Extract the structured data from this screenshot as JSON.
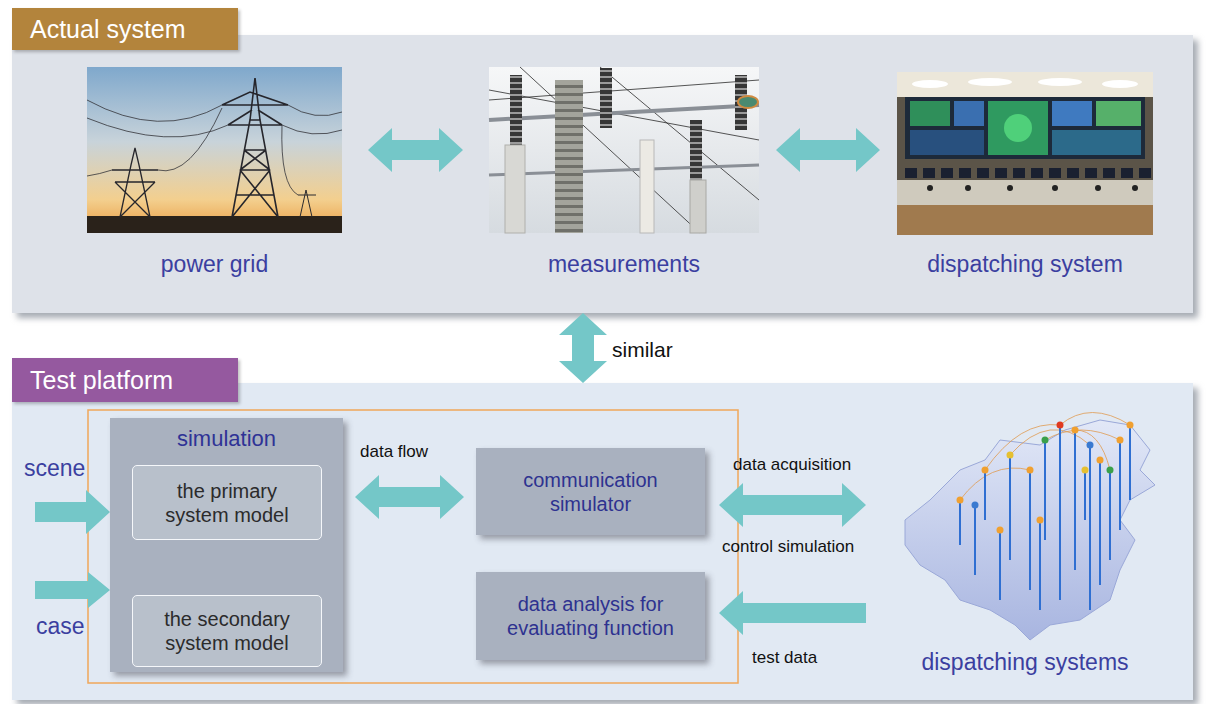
{
  "diagram": {
    "nodes": [
      {
        "text": [
          "Actual system"
        ]
      },
      {
        "text": [
          "power grid"
        ],
        "in": 0
      },
      {
        "text": [
          "measurements"
        ],
        "in": 0
      },
      {
        "text": [
          "dispatching system"
        ],
        "in": 0
      },
      {
        "text": [
          "Test platform"
        ]
      },
      {
        "text": [
          "simulation"
        ],
        "in": 4
      },
      {
        "text": [
          "the primary system model"
        ],
        "in": 5
      },
      {
        "text": [
          "the secondary system model"
        ],
        "in": 5
      },
      {
        "text": [
          "communication simulator"
        ],
        "in": 4
      },
      {
        "text": [
          "data analysis for evaluating function"
        ],
        "in": 4
      },
      {
        "text": [
          "dispatching systems"
        ],
        "in": 4
      }
    ],
    "edges": [
      {
        "from": 1,
        "to": 2,
        "arrow": "both"
      },
      {
        "from": 2,
        "to": 3,
        "arrow": "both"
      },
      {
        "from": 0,
        "to": 4,
        "arrow": "both",
        "label": "similar"
      },
      {
        "from": 6,
        "to": 7,
        "arrow": "both"
      },
      {
        "from": 5,
        "to": 8,
        "arrow": "both",
        "label": "data flow"
      },
      {
        "from": 8,
        "to": 10,
        "arrow": "both",
        "label": "data acquisition"
      },
      {
        "from": 10,
        "to": 9,
        "arrow": "to",
        "label": "test data"
      }
    ],
    "labels": [
      "scene",
      "case",
      "control simulation"
    ]
  }
}
